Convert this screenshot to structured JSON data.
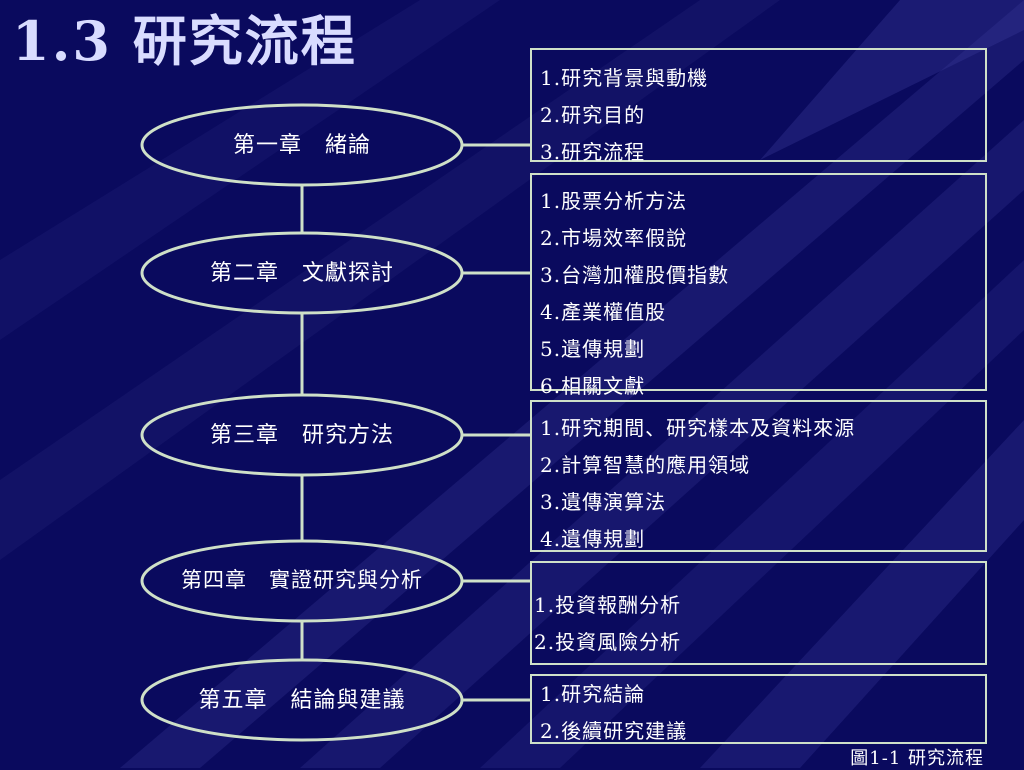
{
  "title": "1.3 研究流程",
  "chapters": [
    {
      "label": "第一章　緒論",
      "items": [
        "1.研究背景與動機",
        "2.研究目的",
        "3.研究流程"
      ]
    },
    {
      "label": "第二章　文獻探討",
      "items": [
        "1.股票分析方法",
        "2.市場效率假說",
        "3.台灣加權股價指數",
        "4.產業權值股",
        "5.遺傳規劃",
        "6.相關文獻"
      ]
    },
    {
      "label": "第三章　研究方法",
      "items": [
        "1.研究期間、研究樣本及資料來源",
        "2.計算智慧的應用領域",
        "3.遺傳演算法",
        "4.遺傳規劃"
      ]
    },
    {
      "label": "第四章　實證研究與分析",
      "items": [
        "1.投資報酬分析",
        "2.投資風險分析"
      ]
    },
    {
      "label": "第五章　結論與建議",
      "items": [
        "1.研究結論",
        "2.後續研究建議"
      ]
    }
  ],
  "caption": "圖1-1 研究流程",
  "colors": {
    "background": "#0a0a5e",
    "line": "#cfe0c8",
    "text": "#ffffff",
    "title": "#d9dcff"
  }
}
